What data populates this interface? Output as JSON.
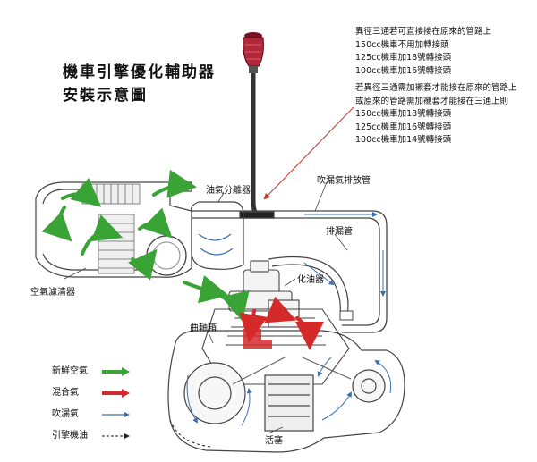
{
  "title": {
    "line1": "機車引擎優化輔助器",
    "line2": "安裝示意圖"
  },
  "notes": {
    "group1": [
      "異徑三通若可直接接在原來的管路上",
      "150cc機車不用加轉接頭",
      "125cc機車加18號轉接頭",
      "100cc機車加16號轉接頭"
    ],
    "group2": [
      "若異徑三通需加襯套才能接在原來的管路上",
      "或原來的管路需加襯套才能接在三通上則",
      "150cc機車加18號轉接頭",
      "125cc機車加16號轉接頭",
      "100cc機車加14號轉接頭"
    ]
  },
  "labels": {
    "oil_separator": "油氣分離器",
    "blowby_exhaust_pipe": "吹漏氣排放管",
    "air_filter": "空氣濾清器",
    "leak_pipe": "排漏管",
    "carburetor": "化油器",
    "crankcase": "曲軸箱",
    "piston": "活塞"
  },
  "legend": [
    {
      "label": "新鮮空氣",
      "style": "green-arrow",
      "color": "#3aa335"
    },
    {
      "label": "混合氣",
      "style": "red-arrow",
      "color": "#d42a2a"
    },
    {
      "label": "吹漏氣",
      "style": "blue-thin-arrow",
      "color": "#3a6fb0"
    },
    {
      "label": "引擎機油",
      "style": "dashed-arrow",
      "color": "#222222"
    }
  ],
  "colors": {
    "fresh_air": "#3aa335",
    "mixture": "#d42a2a",
    "blowby": "#3a6fb0",
    "oil": "#222222",
    "filter_cap": "#b0283a",
    "pointer": "#c0392b"
  }
}
